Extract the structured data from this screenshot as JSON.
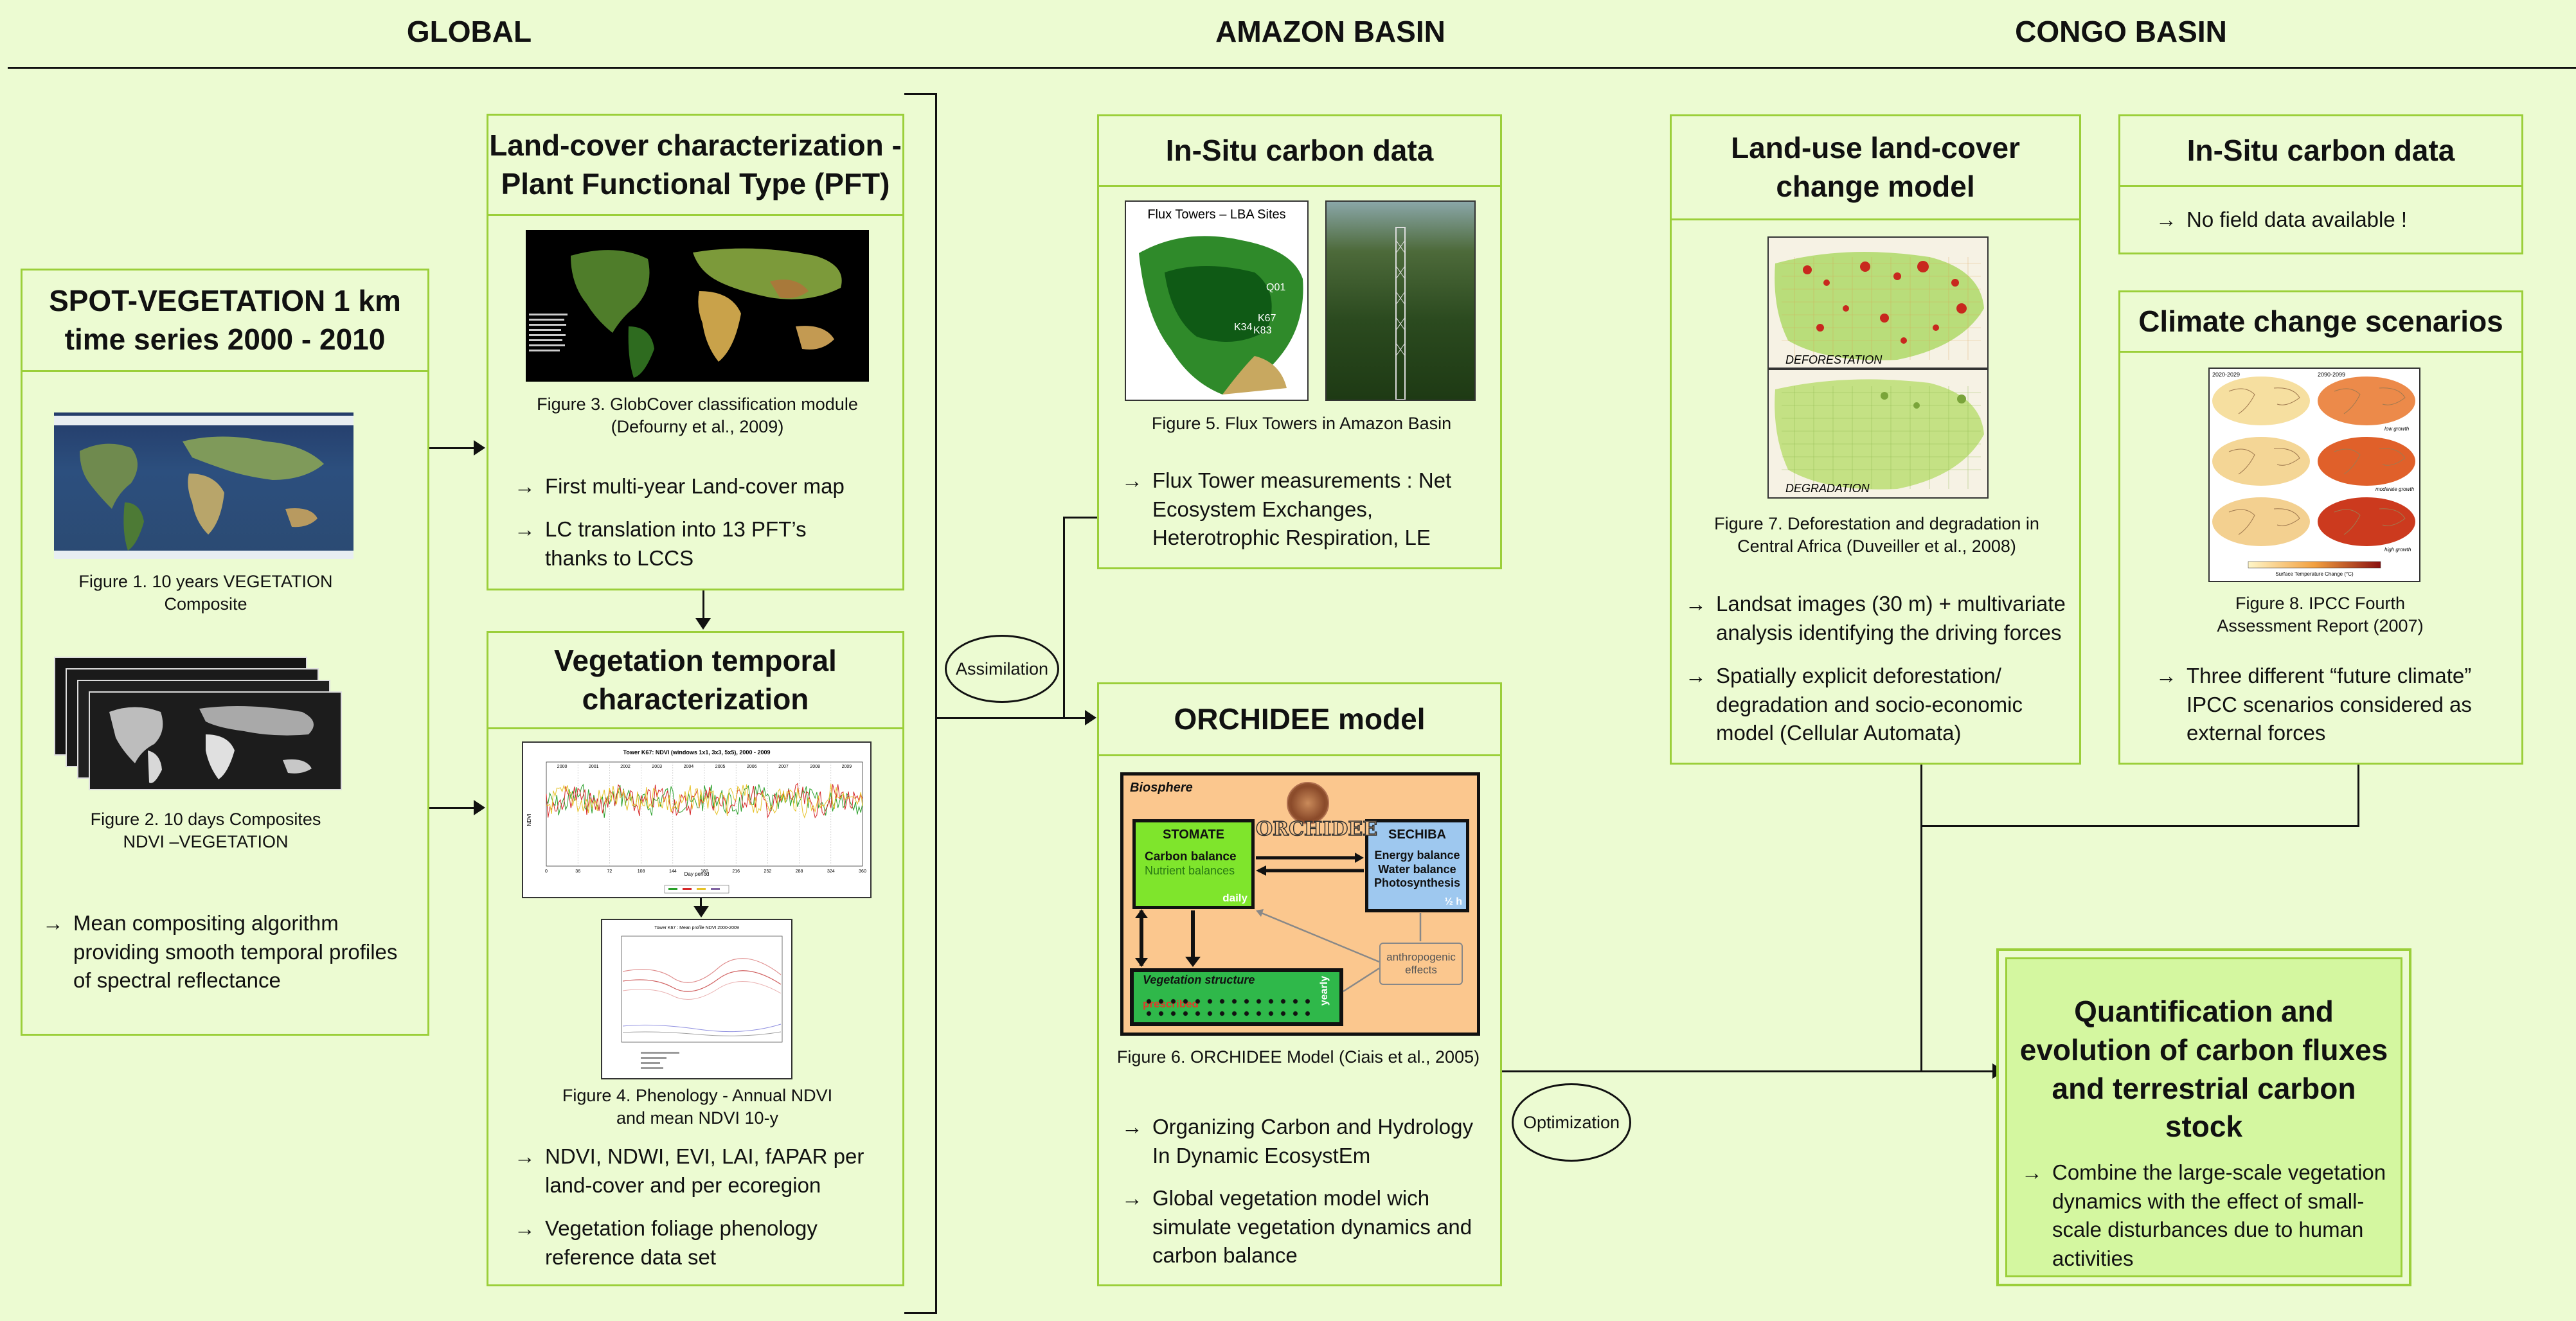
{
  "headers": {
    "global": "GLOBAL",
    "amazon": "AMAZON BASIN",
    "congo": "CONGO  BASIN"
  },
  "spot": {
    "title": "SPOT-VEGETATION 1 km\ntime series  2000 - 2010",
    "fig1": "Figure 1.  10 years VEGETATION\nComposite",
    "fig2": "Figure 2. 10 days Composites\nNDVI –VEGETATION",
    "bullet": "Mean compositing algorithm providing smooth temporal profiles of spectral reflectance"
  },
  "landcover": {
    "title": "Land-cover characterization -\nPlant Functional Type (PFT)",
    "fig3": "Figure 3. GlobCover classification module\n(Defourny et al., 2009)",
    "bullets": [
      "First multi-year Land-cover map",
      "LC translation into 13 PFT’s thanks   to LCCS"
    ]
  },
  "vegtemp": {
    "title": "Vegetation temporal\ncharacterization",
    "chart_title": "Tower K67: NDVI (windows 1x1, 3x3, 5x5), 2000 - 2009",
    "chart_years": [
      "2000",
      "2001",
      "2002",
      "2003",
      "2004",
      "2005",
      "2006",
      "2007",
      "2008",
      "2009"
    ],
    "chart_xticks": [
      "0",
      "36",
      "72",
      "108",
      "144",
      "180",
      "216",
      "252",
      "288",
      "324",
      "360"
    ],
    "chart_xlabel": "Day period",
    "chart_ylabel": "NDVI",
    "small_title": "Tower K67 : Mean profile NDVI 2000-2009",
    "fig4": "Figure 4. Phenology - Annual NDVI\nand mean NDVI 10-y",
    "bullets": [
      "NDVI, NDWI, EVI, LAI, fAPAR per land-cover and per ecoregion",
      "Vegetation foliage phenology reference data set"
    ]
  },
  "insitu_amazon": {
    "title": "In-Situ carbon data",
    "map_title": "Flux Towers – LBA Sites",
    "map_labels": [
      "K67",
      "K83",
      "K34",
      "Q01"
    ],
    "fig5": "Figure 5. Flux Towers in Amazon Basin",
    "bullet": "Flux Tower measurements : Net Ecosystem Exchanges, Heterotrophic Respiration, LE"
  },
  "assimilation": "Assimilation",
  "optimization": "Optimization",
  "orchidee": {
    "title": "ORCHIDEE model",
    "biosphere": "Biosphere",
    "stomate": "STOMATE",
    "carbon_balance": "Carbon balance",
    "nutrient": "Nutrient balances",
    "daily": "daily",
    "sechiba": "SECHIBA",
    "sechiba_lines": "Energy balance\nWater balance\nPhotosynthesis",
    "half_hourly": "½ h",
    "logo": "ORCHIDEE",
    "anthro": "anthropogenic\neffects",
    "vegstruct": "Vegetation structure",
    "prescribed": "prescribed",
    "yearly": "yearly",
    "fig6": "Figure 6. ORCHIDEE Model (Ciais et al., 2005)",
    "bullets": [
      "Organizing Carbon and Hydrology In Dynamic EcosystEm",
      "Global vegetation model wich simulate vegetation dynamics and carbon balance"
    ]
  },
  "luccm": {
    "title": "Land-use land-cover\nchange model",
    "map1": "DEFORESTATION",
    "map2": "DEGRADATION",
    "fig7": "Figure 7. Deforestation and degradation in\nCentral Africa (Duveiller et al., 2008)",
    "bullets": [
      "Landsat images (30 m) + multivariate analysis identifying the driving forces",
      "Spatially explicit deforestation/ degradation and socio-economic model (Cellular Automata)"
    ]
  },
  "insitu_congo": {
    "title": "In-Situ carbon data",
    "bullet": "No field data available !"
  },
  "climate": {
    "title": "Climate change scenarios",
    "map_labels": [
      "2020-2029",
      "2090-2099",
      "low growth",
      "moderate growth",
      "high growth"
    ],
    "scale": "Surface Temperature Change (°C)",
    "fig8": "Figure  8. IPCC Fourth\nAssessment Report (2007)",
    "bullet": "Three different “future climate” IPCC scenarios considered as external forces"
  },
  "quant": {
    "title": "Quantification and\nevolution of carbon fluxes\nand   terrestrial carbon\nstock",
    "bullet": "Combine the large-scale vegetation dynamics with the effect of small-scale disturbances due to human activities"
  },
  "colors": {
    "box_border": "#9bcf3a",
    "bg": "#ecfbd2",
    "quant_bg": "#d4f7a0",
    "stomate": "#7fe52c",
    "sechiba": "#9ec8ef",
    "vegstruct": "#2fb84a",
    "orch_bg": "#fbc78e"
  }
}
